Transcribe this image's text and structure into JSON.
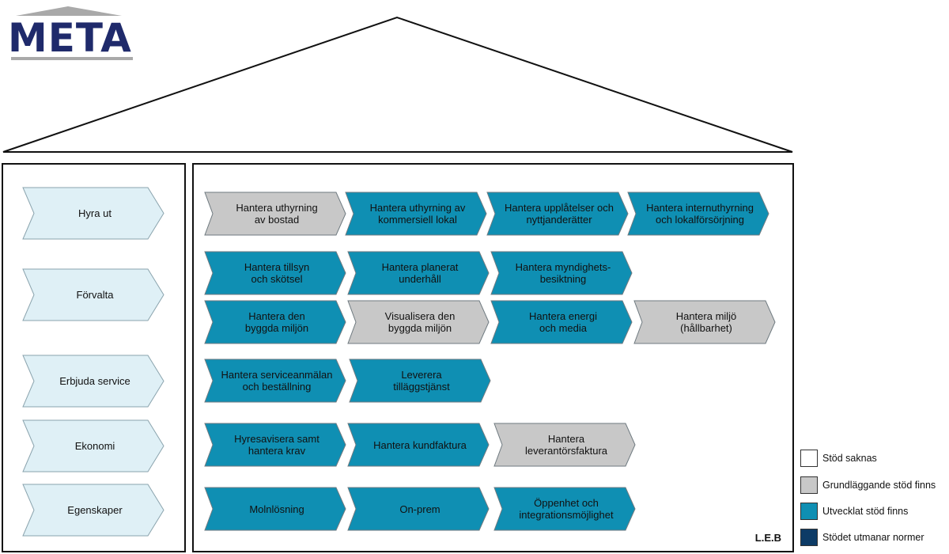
{
  "logo": {
    "text": "META",
    "color": "#1f2a6b"
  },
  "colors": {
    "stöd_saknas": "#ffffff",
    "grund": "#c8c8c8",
    "utv": "#0f8fb3",
    "normer": "#0d3b66",
    "category_fill": "#dff0f6"
  },
  "categories": [
    {
      "label": "Hyra ut"
    },
    {
      "label": "Förvalta"
    },
    {
      "label": "Erbjuda service"
    },
    {
      "label": "Ekonomi"
    },
    {
      "label": "Egenskaper"
    }
  ],
  "capabilities": [
    {
      "label": "Hantera uthyrning\nav bostad",
      "status": "grund"
    },
    {
      "label": "Hantera uthyrning av\nkommersiell lokal",
      "status": "utv"
    },
    {
      "label": "Hantera upplåtelser och\nnyttjanderätter",
      "status": "utv"
    },
    {
      "label": "Hantera internuthyrning\noch lokalförsörjning",
      "status": "utv"
    },
    {
      "label": "Hantera tillsyn\noch skötsel",
      "status": "utv"
    },
    {
      "label": "Hantera planerat\nunderhåll",
      "status": "utv"
    },
    {
      "label": "Hantera myndighets-\nbesiktning",
      "status": "utv"
    },
    {
      "label": "Hantera den\nbyggda miljön",
      "status": "utv"
    },
    {
      "label": "Visualisera den\nbyggda miljön",
      "status": "grund"
    },
    {
      "label": "Hantera energi\noch media",
      "status": "utv"
    },
    {
      "label": "Hantera miljö\n(hållbarhet)",
      "status": "grund"
    },
    {
      "label": "Hantera serviceanmälan\noch beställning",
      "status": "utv"
    },
    {
      "label": "Leverera\ntilläggstjänst",
      "status": "utv"
    },
    {
      "label": "Hyresavisera samt\nhantera krav",
      "status": "utv"
    },
    {
      "label": "Hantera kundfaktura",
      "status": "utv"
    },
    {
      "label": "Hantera\nleverantörsfaktura",
      "status": "grund"
    },
    {
      "label": "Molnlösning",
      "status": "utv"
    },
    {
      "label": "On-prem",
      "status": "utv"
    },
    {
      "label": "Öppenhet och\nintegrationsmöjlighet",
      "status": "utv"
    }
  ],
  "legend": [
    {
      "label": "Stöd saknas",
      "color": "#ffffff"
    },
    {
      "label": "Grundläggande stöd finns",
      "color": "#c8c8c8"
    },
    {
      "label": "Utvecklat stöd finns",
      "color": "#0f8fb3"
    },
    {
      "label": "Stödet utmanar normer",
      "color": "#0d3b66"
    }
  ],
  "footer": {
    "initials": "L.E.B"
  }
}
